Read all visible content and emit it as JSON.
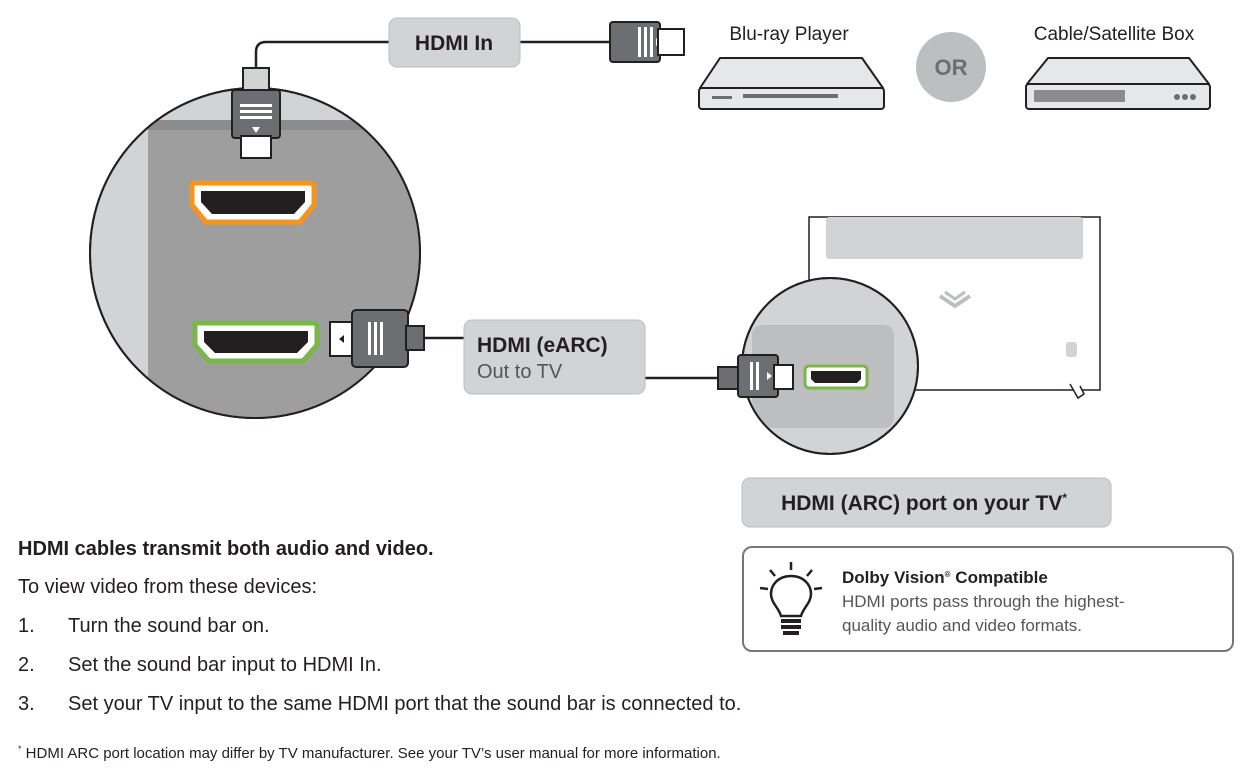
{
  "labels": {
    "hdmi_in": "HDMI In",
    "bluray_player": "Blu-ray Player",
    "or": "OR",
    "cable_box": "Cable/Satellite Box",
    "hdmi_earc_title": "HDMI (eARC)",
    "hdmi_earc_sub": "Out to TV",
    "tv_arc_port": "HDMI (ARC) port on your TV",
    "tv_arc_asterisk": "*"
  },
  "instructions": {
    "heading": "HDMI cables transmit both audio and video.",
    "intro": "To view video from these devices:",
    "steps": [
      {
        "num": "1.",
        "text": "Turn the sound bar on."
      },
      {
        "num": "2.",
        "text": "Set the sound bar input to HDMI In."
      },
      {
        "num": "3.",
        "text": "Set your TV input to the same HDMI port that the sound bar is connected to."
      }
    ]
  },
  "tip": {
    "title": "Dolby Vision",
    "title_reg": "®",
    "title_suffix": " Compatible",
    "line1": "HDMI ports pass through the highest-",
    "line2": "quality audio and video formats."
  },
  "footnote": {
    "mark": "*",
    "text": " HDMI ARC port location may differ by TV manufacturer. See your TV’s user manual for more information."
  },
  "colors": {
    "hdmi_in_port": "#f7941d",
    "earc_port": "#7ab648",
    "panel_gray": "#9e9e9e",
    "light_gray": "#d1d3d4"
  },
  "icons": [
    "hdmi-plug-icon",
    "bluray-player-icon",
    "cable-box-icon",
    "tv-icon",
    "lightbulb-icon"
  ]
}
